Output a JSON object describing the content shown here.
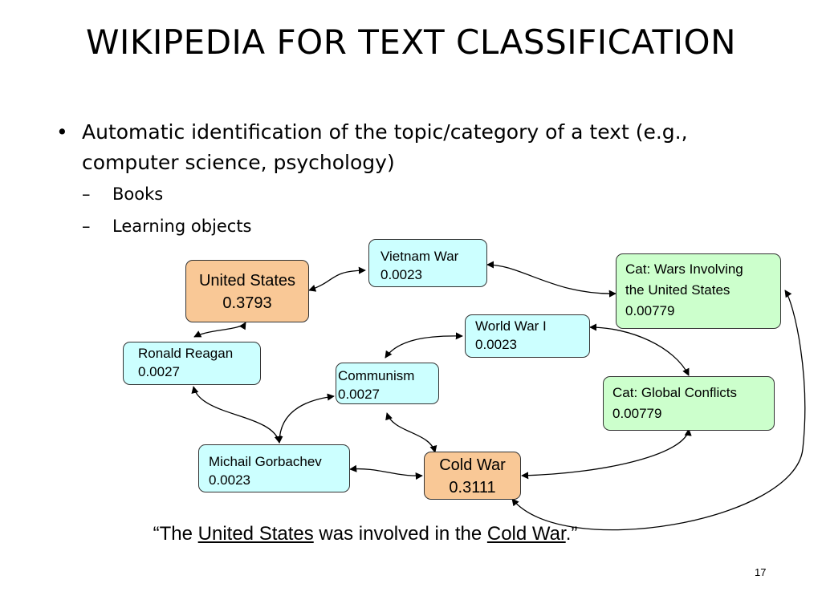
{
  "slide": {
    "title": "WIKIPEDIA FOR TEXT CLASSIFICATION",
    "bullet_symbol": "•",
    "sub_bullet_symbol": "–",
    "bullet_main": "Automatic identification of the topic/category of a text (e.g., computer science, psychology)",
    "sub_bullets": [
      "Books",
      "Learning objects"
    ],
    "page_number": "17"
  },
  "diagram": {
    "colors": {
      "article": "#ccffff",
      "key_concept": "#f9c896",
      "category": "#ccffcc"
    },
    "nodes": [
      {
        "id": "united_states",
        "kind": "key_concept",
        "label": "United States",
        "score": "0.3793"
      },
      {
        "id": "vietnam_war",
        "kind": "article",
        "label": "Vietnam War",
        "score": "0.0023"
      },
      {
        "id": "cat_wars_us",
        "kind": "category",
        "label": "Cat: Wars Involving the United States",
        "label_lines": [
          "Cat: Wars Involving",
          "the United States"
        ],
        "score": "0.00779"
      },
      {
        "id": "world_war_i",
        "kind": "article",
        "label": "World War I",
        "score": "0.0023"
      },
      {
        "id": "ronald_reagan",
        "kind": "article",
        "label": "Ronald Reagan",
        "score": "0.0027"
      },
      {
        "id": "communism",
        "kind": "article",
        "label": "Communism",
        "score": "0.0027"
      },
      {
        "id": "cat_global_conflicts",
        "kind": "category",
        "label": "Cat: Global Conflicts",
        "score": "0.00779"
      },
      {
        "id": "michail_gorbachev",
        "kind": "article",
        "label": "Michail Gorbachev",
        "score": "0.0023"
      },
      {
        "id": "cold_war",
        "kind": "key_concept",
        "label": "Cold War",
        "score": "0.3111"
      }
    ],
    "edges": [
      [
        "united_states",
        "vietnam_war"
      ],
      [
        "vietnam_war",
        "cat_wars_us"
      ],
      [
        "united_states",
        "ronald_reagan"
      ],
      [
        "world_war_i",
        "communism"
      ],
      [
        "world_war_i",
        "cat_global_conflicts"
      ],
      [
        "ronald_reagan",
        "michail_gorbachev"
      ],
      [
        "communism",
        "michail_gorbachev"
      ],
      [
        "communism",
        "cold_war"
      ],
      [
        "michail_gorbachev",
        "cold_war"
      ],
      [
        "cold_war",
        "cat_global_conflicts"
      ],
      [
        "cold_war",
        "cat_wars_us"
      ]
    ]
  },
  "example": {
    "open_quote": "“The ",
    "term1": "United States",
    "middle": " was involved in the ",
    "term2": "Cold War",
    "close": ".”"
  }
}
